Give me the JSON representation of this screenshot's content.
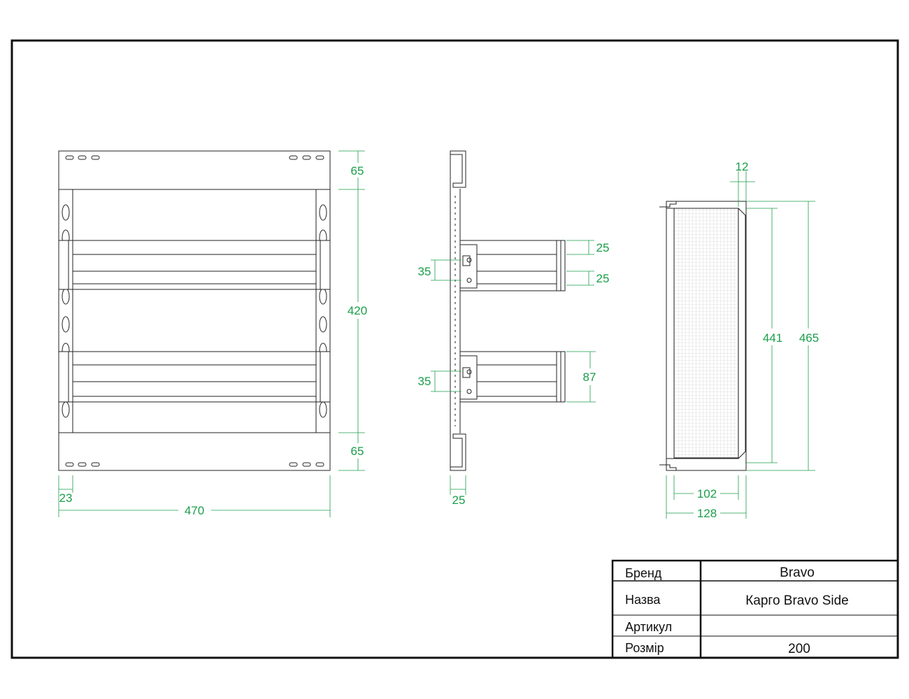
{
  "colors": {
    "line": "#111111",
    "dimension": "#1a9e4a",
    "mesh": "#bfbfbf",
    "background": "#ffffff"
  },
  "front_view": {
    "dims": {
      "top_band": "65",
      "middle": "420",
      "bottom_band": "65",
      "side_offset": "23",
      "width": "470"
    }
  },
  "side_view": {
    "dims": {
      "basket_rail_top": "25",
      "basket_rail_bottom": "25",
      "upper_mount": "35",
      "lower_mount": "35",
      "lower_basket_height": "87",
      "profile_depth": "25"
    }
  },
  "rear_view": {
    "dims": {
      "frame_offset": "12",
      "inner_height": "441",
      "outer_height": "465",
      "inner_width": "102",
      "outer_width": "128"
    }
  },
  "title_block": {
    "brand_label": "Бренд",
    "brand_value": "Bravo",
    "name_label": "Назва",
    "name_value": "Карго Bravo Side",
    "article_label": "Артикул",
    "article_value": "",
    "size_label": "Розмір",
    "size_value": "200"
  }
}
